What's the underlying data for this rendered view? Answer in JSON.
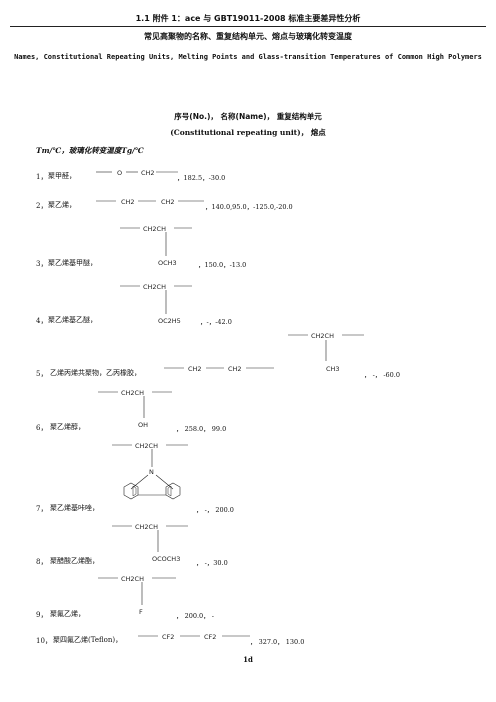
{
  "header": "1.1    附件 1：ace 与 GBT19011-2008 标准主要差异性分析",
  "title_cn": "常见高聚物的名称、重复结构单元、熔点与玻璃化转变温度",
  "title_en": "Names, Constitutional Repeating Units, Melting Points and Glass-transition Temperatures of Common High Polymers",
  "columns_line1": "序号(No.)，  名称(Name)，  重复结构单元",
  "columns_line2": "(Constitutional repeating unit)，  熔点",
  "columns_line3": "Tm/℃，玻璃化转变温度Tg/℃",
  "entries": [
    {
      "num": "1，",
      "name": "聚甲醛，",
      "vals": "，182.5，-30.0",
      "groups": [
        "O",
        "CH2"
      ]
    },
    {
      "num": "2，",
      "name": "聚乙烯，",
      "vals": "，140.0,95.0，-125.0,-20.0",
      "groups": [
        "CH2",
        "CH2"
      ]
    },
    {
      "num": "3，",
      "name": "聚乙烯基甲醚，",
      "vals": "，150.0，-13.0",
      "groups": [
        "CH2CH",
        "OCH3"
      ]
    },
    {
      "num": "4，",
      "name": "聚乙烯基乙醚，",
      "vals": "，-，-42.0",
      "groups": [
        "CH2CH",
        "OC2H5"
      ]
    },
    {
      "num": "5，",
      "name": "乙烯丙烯共聚物，乙丙橡胶，",
      "vals": "，  -，  -60.0",
      "groups": [
        "CH2",
        "CH2",
        "CH2CH",
        "CH3"
      ]
    },
    {
      "num": "6，",
      "name": "聚乙烯醇，",
      "vals": "，  258.0，  99.0",
      "groups": [
        "CH2CH",
        "OH"
      ]
    },
    {
      "num": "7，",
      "name": "聚乙烯基咔唑，",
      "vals": "，  -，  200.0",
      "groups": [
        "CH2CH",
        "N"
      ]
    },
    {
      "num": "8，",
      "name": "聚醋酸乙烯酯，",
      "vals": "，  -，30.0",
      "groups": [
        "CH2CH",
        "OCOCH3"
      ]
    },
    {
      "num": "9，",
      "name": "聚氟乙烯，",
      "vals": "，  200.0，  -",
      "groups": [
        "CH2CH",
        "F"
      ]
    },
    {
      "num": "10，",
      "name": "聚四氟乙烯(Teflon)，",
      "vals": "，  327.0，  130.0",
      "groups": [
        "CF2",
        "CF2"
      ]
    }
  ],
  "page_number": "1d"
}
